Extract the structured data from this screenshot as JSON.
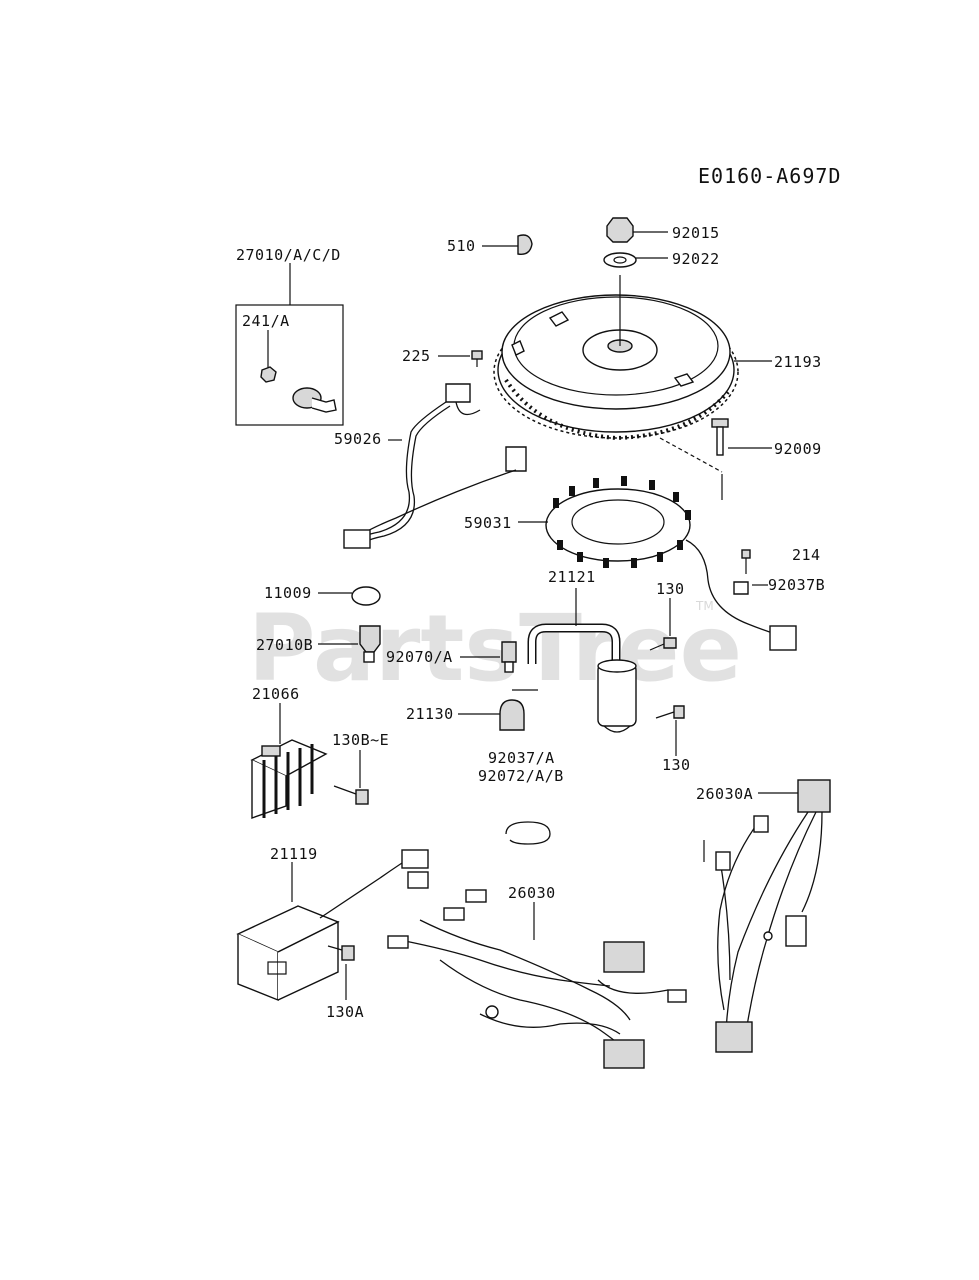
{
  "diagram": {
    "code": "E0160-A697D",
    "watermark": "PartsTree",
    "watermark_tm": "TM",
    "labels": {
      "p27010": "27010/A/C/D",
      "p241": "241/A",
      "p510": "510",
      "p92015": "92015",
      "p92022": "92022",
      "p225": "225",
      "p21193": "21193",
      "p92009": "92009",
      "p59026": "59026",
      "p59031": "59031",
      "p214": "214",
      "p92037B": "92037B",
      "p11009": "11009",
      "p21121": "21121",
      "p130a": "130",
      "p27010B": "27010B",
      "p92070": "92070/A",
      "p21066": "21066",
      "p21130": "21130",
      "p130b": "130",
      "p130BE": "130B~E",
      "p92037A": "92037/A",
      "p92072": "92072/A/B",
      "p26030A": "26030A",
      "p21119": "21119",
      "p26030": "26030",
      "p130A": "130A"
    }
  }
}
